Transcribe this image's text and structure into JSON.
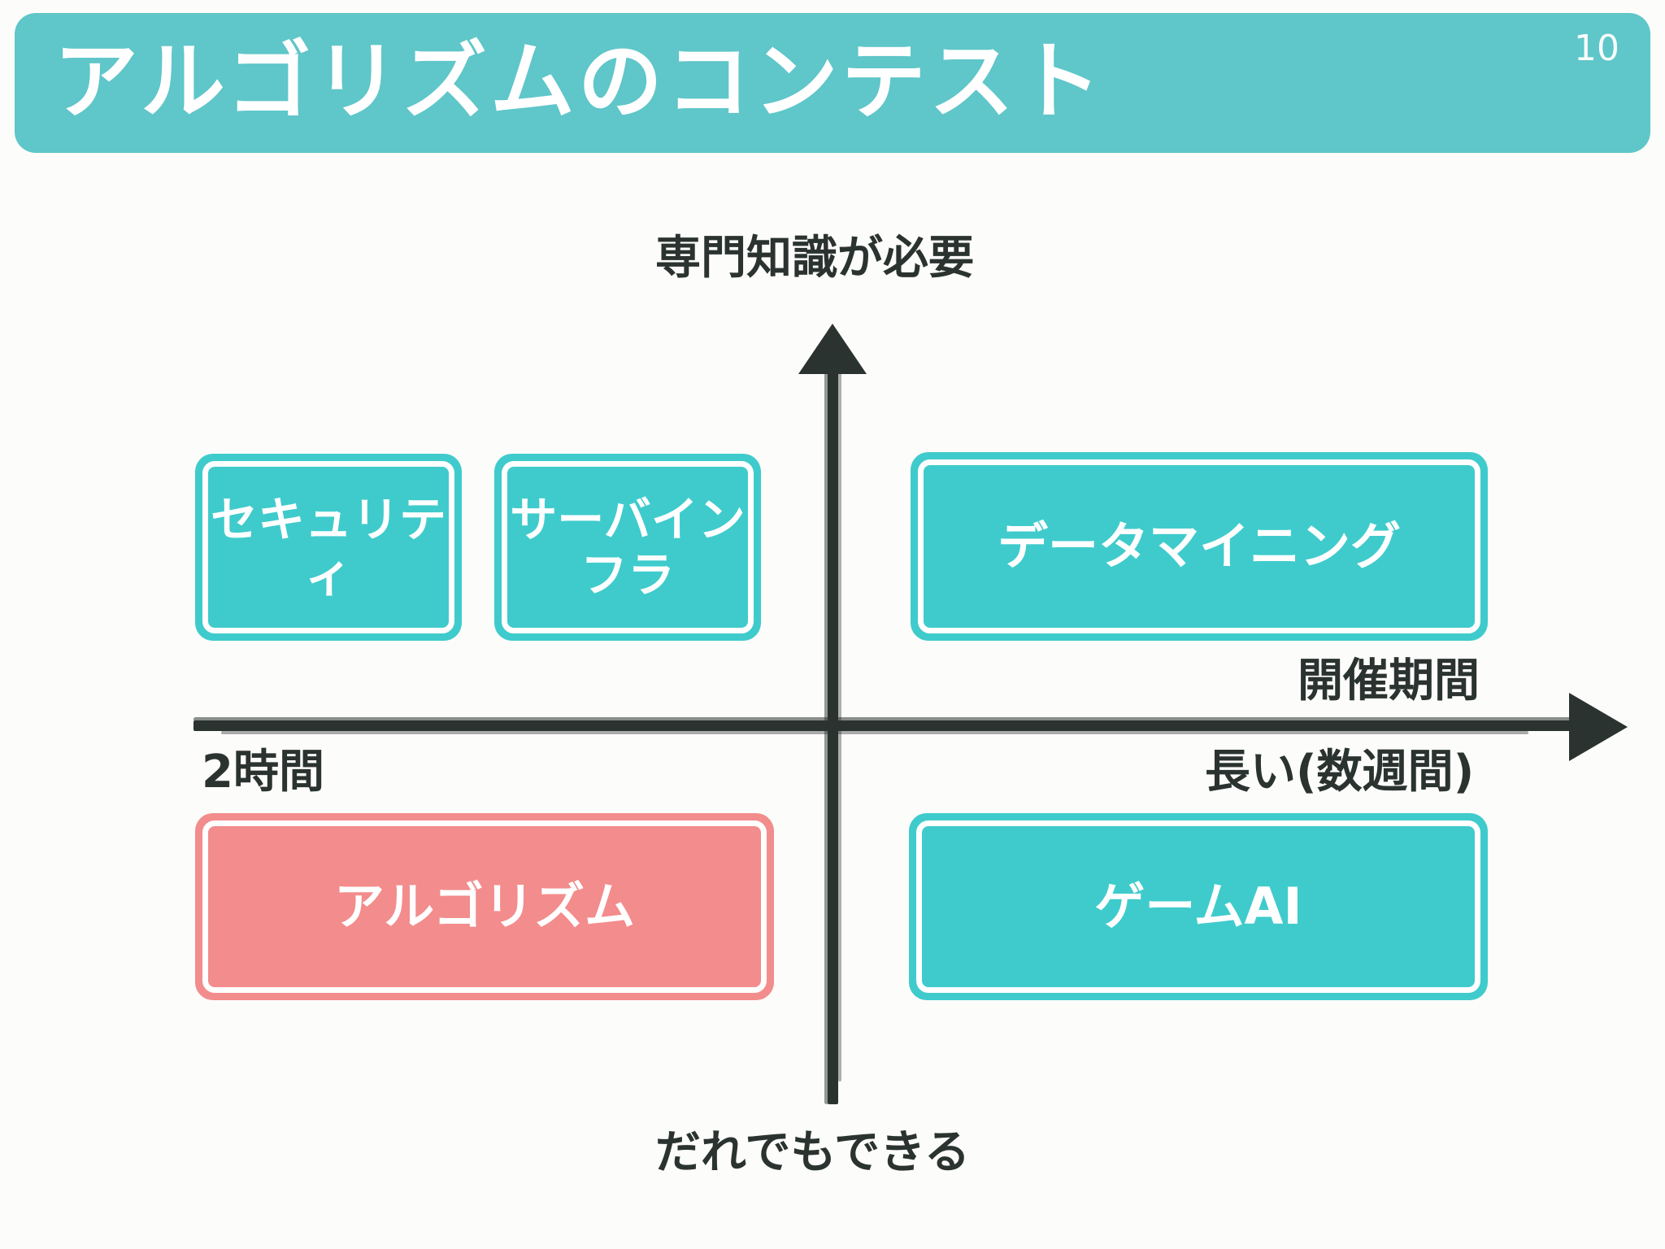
{
  "slide": {
    "page_number": "10",
    "title": "アルゴリズムのコンテスト",
    "background_color": "#FCFCFA",
    "banner_color": "#5FC6C9"
  },
  "axes": {
    "vertical": {
      "top_label": "専門知識が必要",
      "bottom_label": "だれでもできる",
      "axis_color": "#2B3330"
    },
    "horizontal": {
      "name_label": "開催期間",
      "left_label": "2時間",
      "right_label": "長い(数週間)",
      "axis_color": "#2B3330"
    }
  },
  "boxes": [
    {
      "id": "security",
      "label": "セキュリティ",
      "quadrant": "upper-left",
      "color": "#3FCBCC"
    },
    {
      "id": "server",
      "label": "サーバインフラ",
      "quadrant": "upper-left",
      "color": "#3FCBCC"
    },
    {
      "id": "datamine",
      "label": "データマイニング",
      "quadrant": "upper-right",
      "color": "#3FCBCC"
    },
    {
      "id": "algorithm",
      "label": "アルゴリズム",
      "quadrant": "lower-left",
      "color": "#F38C8C"
    },
    {
      "id": "gameai",
      "label": "ゲームAI",
      "quadrant": "lower-right",
      "color": "#3FCBCC"
    }
  ],
  "chart_data": {
    "type": "scatter",
    "title": "アルゴリズムのコンテスト",
    "xlabel": "開催期間",
    "ylabel": "専門知識が必要",
    "x_axis_low": "2時間",
    "x_axis_high": "長い(数週間)",
    "y_axis_low": "だれでもできる",
    "y_axis_high": "専門知識が必要",
    "grid": false,
    "legend": "none",
    "points": [
      {
        "label": "セキュリティ",
        "x": "short",
        "y": "high",
        "color": "#3FCBCC"
      },
      {
        "label": "サーバインフラ",
        "x": "short",
        "y": "high",
        "color": "#3FCBCC"
      },
      {
        "label": "データマイニング",
        "x": "long",
        "y": "high",
        "color": "#3FCBCC"
      },
      {
        "label": "アルゴリズム",
        "x": "short",
        "y": "low",
        "color": "#F38C8C"
      },
      {
        "label": "ゲームAI",
        "x": "long",
        "y": "low",
        "color": "#3FCBCC"
      }
    ]
  }
}
